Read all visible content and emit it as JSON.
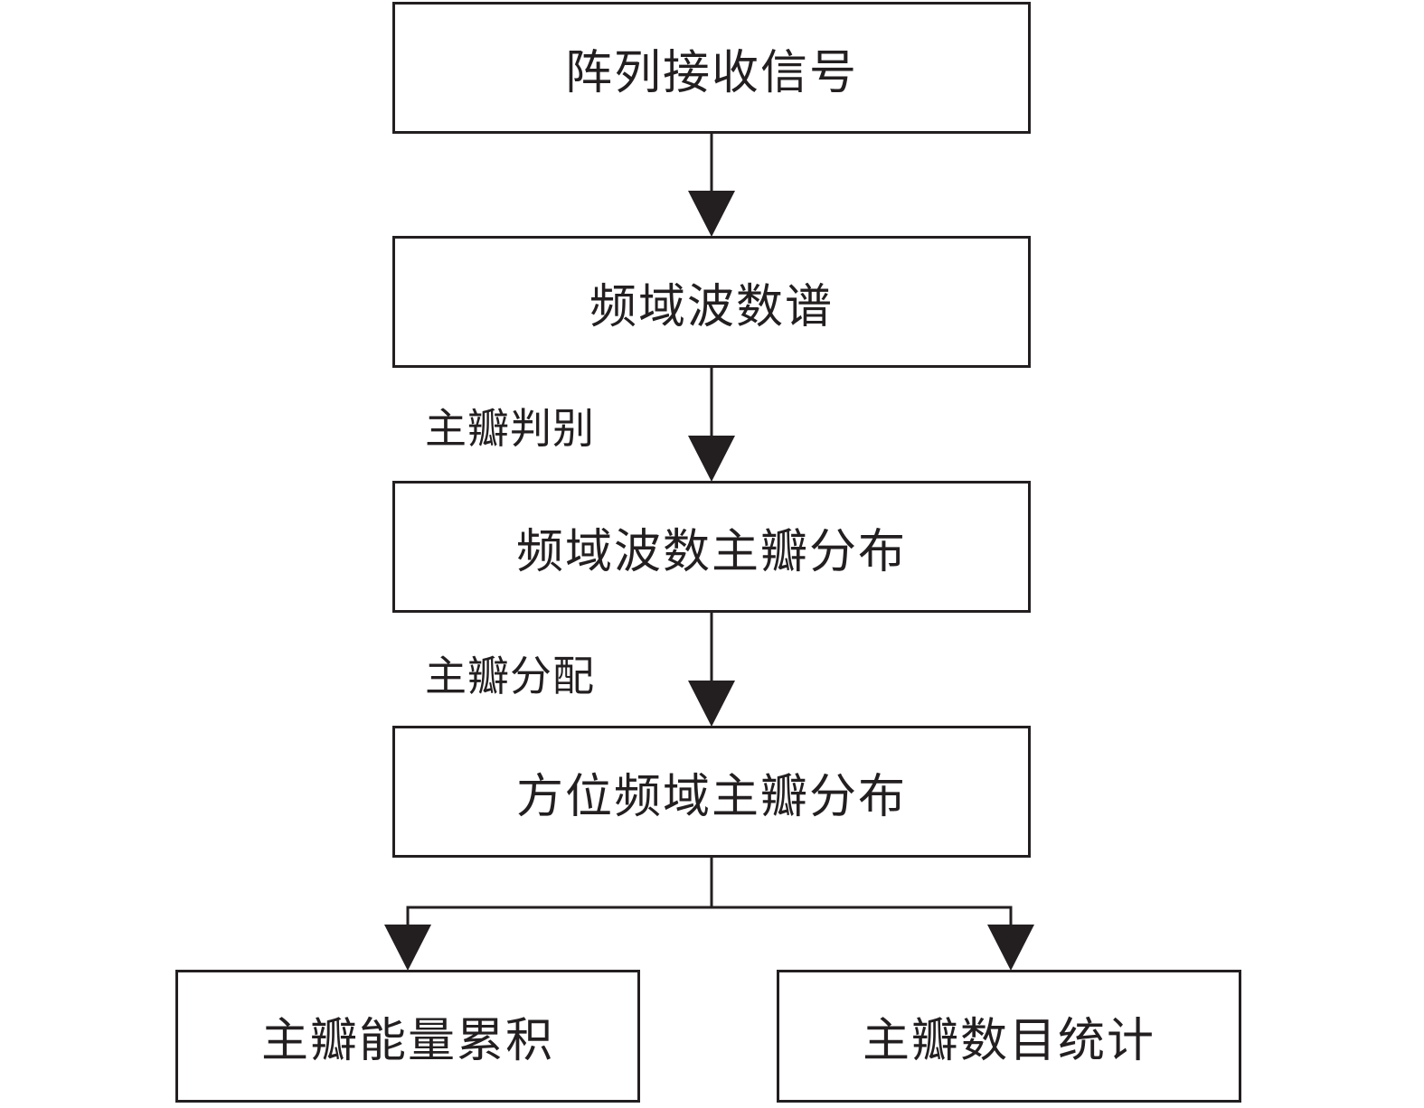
{
  "nodes": [
    {
      "id": "array-signal",
      "label": "阵列接收信号"
    },
    {
      "id": "freq-wavenumber-spectrum",
      "label": "频域波数谱"
    },
    {
      "id": "freq-wavenumber-mainlobe",
      "label": "频域波数主瓣分布"
    },
    {
      "id": "azimuth-freq-mainlobe",
      "label": "方位频域主瓣分布"
    },
    {
      "id": "mainlobe-energy-accumulation",
      "label": "主瓣能量累积"
    },
    {
      "id": "mainlobe-count-statistics",
      "label": "主瓣数目统计"
    }
  ],
  "edges": [
    {
      "from": "array-signal",
      "to": "freq-wavenumber-spectrum",
      "label": ""
    },
    {
      "from": "freq-wavenumber-spectrum",
      "to": "freq-wavenumber-mainlobe",
      "label": "主瓣判别"
    },
    {
      "from": "freq-wavenumber-mainlobe",
      "to": "azimuth-freq-mainlobe",
      "label": "主瓣分配"
    },
    {
      "from": "azimuth-freq-mainlobe",
      "to": "mainlobe-energy-accumulation",
      "label": ""
    },
    {
      "from": "azimuth-freq-mainlobe",
      "to": "mainlobe-count-statistics",
      "label": ""
    }
  ],
  "colors": {
    "stroke": "#231f20",
    "background": "#ffffff"
  }
}
